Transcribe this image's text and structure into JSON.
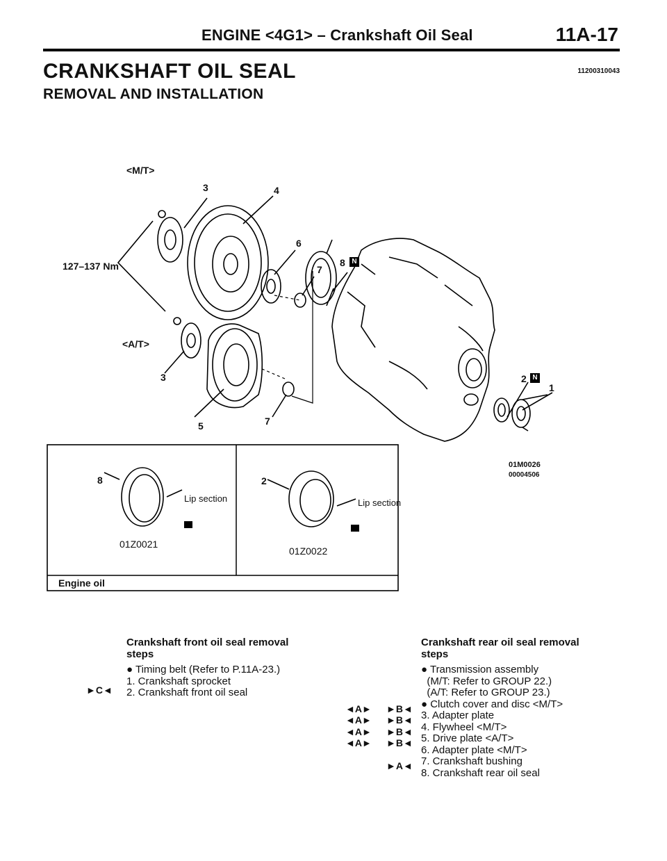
{
  "header": {
    "title": "ENGINE <4G1> – Crankshaft Oil Seal",
    "page": "11A-17"
  },
  "section": {
    "title": "CRANKSHAFT OIL SEAL",
    "doc_number": "11200310043",
    "subtitle": "REMOVAL AND INSTALLATION"
  },
  "diagram": {
    "label_mt": "<M/T>",
    "label_at": "<A/T>",
    "torque": "127–137 Nm",
    "callouts": {
      "c1": "1",
      "c2": "2",
      "c3a": "3",
      "c3b": "3",
      "c4": "4",
      "c5": "5",
      "c6": "6",
      "c7a": "7",
      "c7b": "7",
      "c8": "8"
    },
    "new_mark": "N",
    "fig_code_1": "01M0026",
    "fig_code_2": "00004506"
  },
  "inset": {
    "left_callout": "8",
    "left_lip": "Lip section",
    "left_code": "01Z0021",
    "right_callout": "2",
    "right_lip": "Lip section",
    "right_code": "01Z0022",
    "footer": "Engine oil"
  },
  "front_steps": {
    "title_line1": "Crankshaft front oil seal removal",
    "title_line2": "steps",
    "items": [
      {
        "mark": "",
        "text": "● Timing belt (Refer to P.11A-23.)"
      },
      {
        "mark": "",
        "text": "1. Crankshaft sprocket"
      },
      {
        "mark": "►C◄",
        "text": "2. Crankshaft front oil seal"
      }
    ]
  },
  "rear_steps": {
    "title_line1": "Crankshaft rear oil seal removal",
    "title_line2": "steps",
    "items": [
      {
        "mark1": "",
        "mark2": "",
        "text": "● Transmission assembly"
      },
      {
        "mark1": "",
        "mark2": "",
        "text": "  (M/T: Refer to GROUP 22.)"
      },
      {
        "mark1": "",
        "mark2": "",
        "text": "  (A/T: Refer to GROUP 23.)"
      },
      {
        "mark1": "",
        "mark2": "",
        "text": "● Clutch cover and disc <M/T>"
      },
      {
        "mark1": "◄A►",
        "mark2": "►B◄",
        "text": "3. Adapter plate"
      },
      {
        "mark1": "◄A►",
        "mark2": "►B◄",
        "text": "4. Flywheel <M/T>"
      },
      {
        "mark1": "◄A►",
        "mark2": "►B◄",
        "text": "5. Drive plate <A/T>"
      },
      {
        "mark1": "◄A►",
        "mark2": "►B◄",
        "text": "6. Adapter plate <M/T>"
      },
      {
        "mark1": "",
        "mark2": "",
        "text": "7. Crankshaft bushing"
      },
      {
        "mark1": "",
        "mark2": "►A◄",
        "text": "8. Crankshaft rear oil seal"
      }
    ]
  }
}
